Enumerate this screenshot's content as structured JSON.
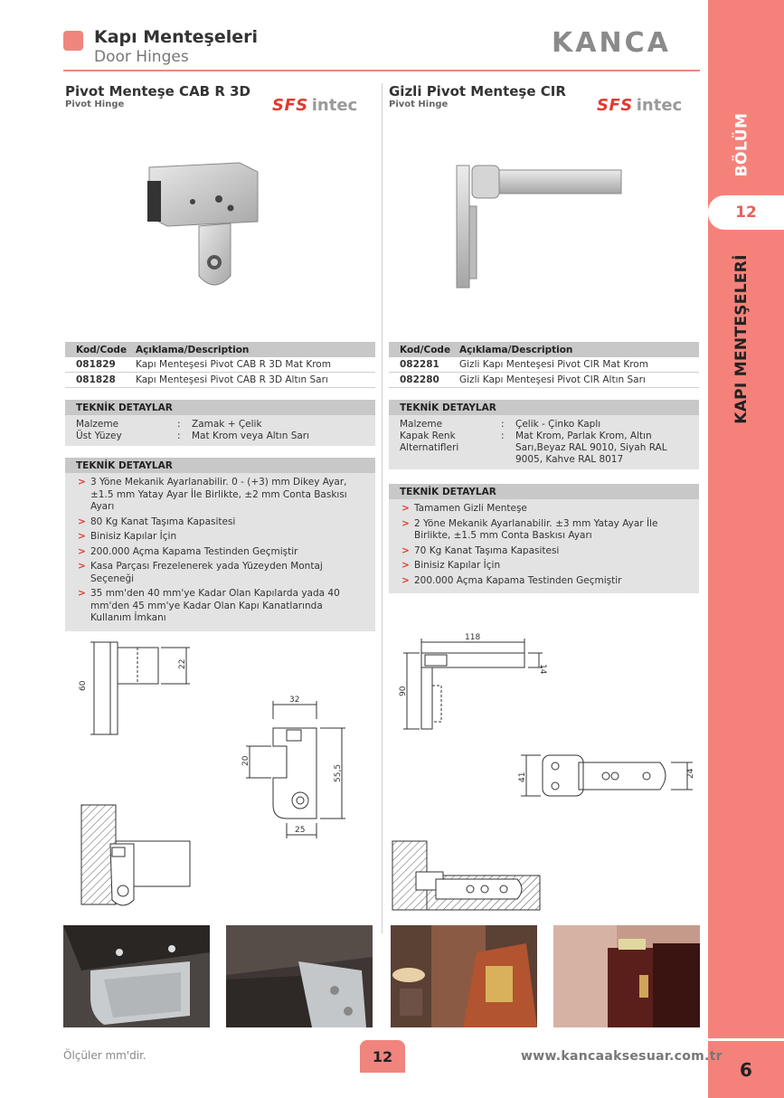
{
  "header": {
    "title_tr": "Kapı Menteşeleri",
    "title_en": "Door Hinges",
    "logo": "KANCA"
  },
  "side": {
    "section_label": "BÖLÜM",
    "section_number": "12",
    "section_title": "KAPI MENTEŞELERİ",
    "page_number": "6"
  },
  "left": {
    "title": "Pivot Menteşe CAB R 3D",
    "subtitle": "Pivot Hinge",
    "brand_a": "SFS",
    "brand_b": "intec",
    "table": {
      "col1": "Kod/Code",
      "col2": "Açıklama/Description",
      "rows": [
        {
          "code": "081829",
          "desc": "Kapı Menteşesi Pivot CAB R 3D Mat Krom"
        },
        {
          "code": "081828",
          "desc": "Kapı Menteşesi Pivot CAB R 3D Altın Sarı"
        }
      ]
    },
    "tech1": {
      "heading": "TEKNİK DETAYLAR",
      "rows": [
        {
          "k": "Malzeme",
          "v": "Zamak + Çelik"
        },
        {
          "k": "Üst Yüzey",
          "v": "Mat Krom veya Altın Sarı"
        }
      ]
    },
    "tech2": {
      "heading": "TEKNİK DETAYLAR",
      "bullets": [
        "3 Yöne Mekanik Ayarlanabilir. 0 - (+3) mm Dikey Ayar, ±1.5 mm Yatay Ayar İle Birlikte, ±2 mm Conta Baskısı Ayarı",
        "80 Kg Kanat Taşıma Kapasitesi",
        "Binisiz Kapılar İçin",
        "200.000 Açma Kapama Testinden Geçmiştir",
        "Kasa Parçası Frezelenerek yada Yüzeyden Montaj Seçeneği",
        "35 mm'den 40 mm'ye Kadar Olan Kapılarda yada 40 mm'den 45 mm'ye Kadar Olan Kapı Kanatlarında Kullanım İmkanı"
      ]
    },
    "dims": {
      "d60": "60",
      "d22": "22",
      "d32": "32",
      "d20": "20",
      "d55": "55,5",
      "d25": "25"
    }
  },
  "right": {
    "title": "Gizli Pivot Menteşe CIR",
    "subtitle": "Pivot Hinge",
    "brand_a": "SFS",
    "brand_b": "intec",
    "table": {
      "col1": "Kod/Code",
      "col2": "Açıklama/Description",
      "rows": [
        {
          "code": "082281",
          "desc": "Gizli Kapı Menteşesi Pivot CIR Mat Krom"
        },
        {
          "code": "082280",
          "desc": "Gizli Kapı Menteşesi Pivot CIR Altın Sarı"
        }
      ]
    },
    "tech1": {
      "heading": "TEKNİK DETAYLAR",
      "rows": [
        {
          "k": "Malzeme",
          "v": "Çelik - Çinko Kaplı"
        },
        {
          "k": "Kapak Renk Alternatifleri",
          "v": "Mat Krom, Parlak Krom, Altın Sarı,Beyaz RAL 9010, Siyah RAL 9005, Kahve RAL 8017"
        }
      ]
    },
    "tech2": {
      "heading": "TEKNİK DETAYLAR",
      "bullets": [
        "Tamamen Gizli Menteşe",
        "2 Yöne Mekanik Ayarlanabilir. ±3 mm Yatay Ayar İle Birlikte, ±1.5 mm Conta Baskısı Ayarı",
        "70 Kg Kanat Taşıma Kapasitesi",
        "Binisiz Kapılar İçin",
        "200.000 Açma Kapama Testinden Geçmiştir"
      ]
    },
    "dims": {
      "d118": "118",
      "d14": "14",
      "d90": "90",
      "d41": "41",
      "d24": "24"
    }
  },
  "footer": {
    "note": "Ölçüler mm'dir.",
    "page": "12",
    "url": "www.kancaaksesuar.com.tr"
  }
}
